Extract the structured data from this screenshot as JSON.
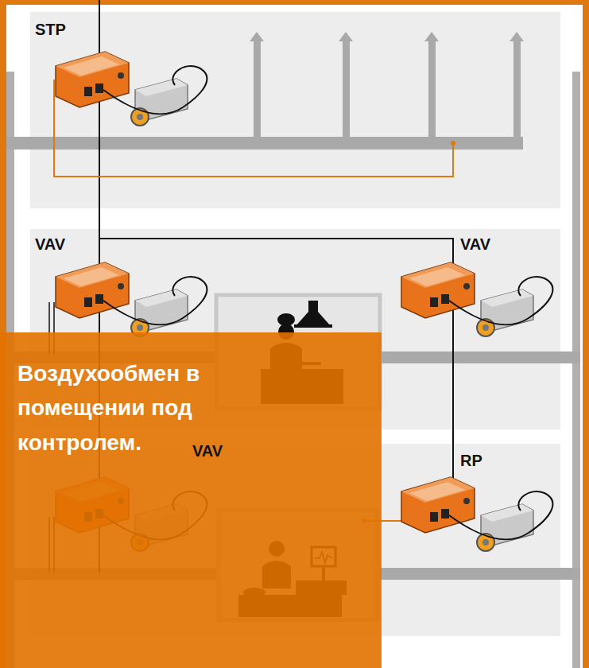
{
  "diagram": {
    "nodes": [
      {
        "text": [
          "Воздухообмен в помещении под контролем."
        ]
      }
    ],
    "labels": [
      "STP",
      "VAV",
      "VAV",
      "VAV",
      "RP"
    ]
  }
}
